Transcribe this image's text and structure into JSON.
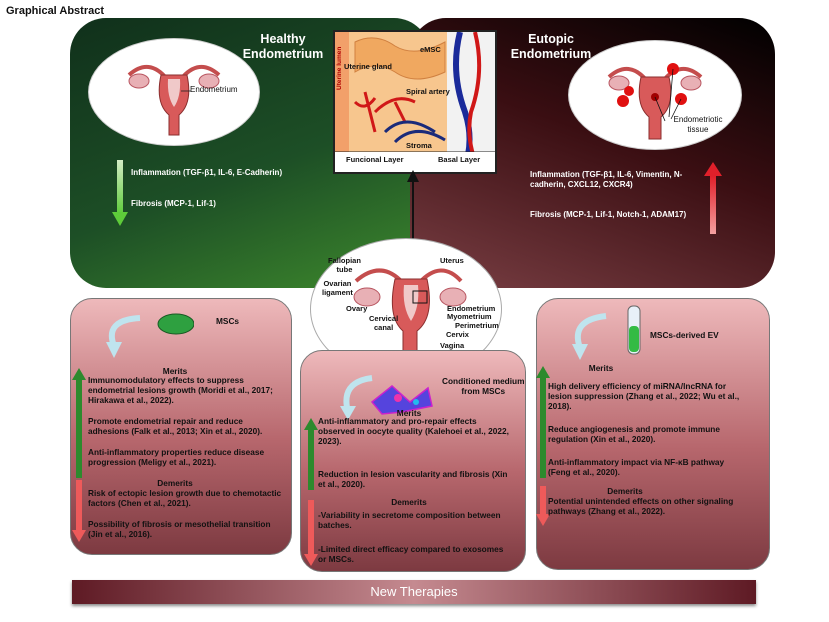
{
  "graphical_abstract": "Graphical Abstract",
  "healthy": {
    "title_line1": "Healthy",
    "title_line2": "Endometrium",
    "organ_label": "Endometrium",
    "inflammation": "Inflammation (TGF-β1, IL-6, E-Cadherin)",
    "fibrosis": "Fibrosis (MCP-1,  Lif-1)"
  },
  "eutopic": {
    "title_line1": "Eutopic",
    "title_line2": "Endometrium",
    "organ_label_line1": "Endometriotic",
    "organ_label_line2": "tissue",
    "inflammation_line1": "Inflammation (TGF-β1, IL-6, Vimentin, N-",
    "inflammation_line2": "cadherin, CXCL12, CXCR4)",
    "fibrosis": "Fibrosis (MCP-1, Lif-1, Notch-1,  ADAM17)"
  },
  "tissue": {
    "emsc": "eMSC",
    "uterine_gland": "Uterine gland",
    "uterine_lumen": "Uterine lumen",
    "spiral_artery": "Spiral artery",
    "stroma": "Stroma",
    "functional_layer": "Funcional Layer",
    "basal_layer": "Basal Layer"
  },
  "anatomy": {
    "fallopian_1": "Fallopian",
    "fallopian_2": "tube",
    "uterus": "Uterus",
    "ovarian_1": "Ovarian",
    "ovarian_2": "ligament",
    "ovary": "Ovary",
    "endometrium": "Endometrium",
    "myometrium": "Myometrium",
    "perimetrium": "Perimetrium",
    "cervical_1": "Cervical",
    "cervical_2": "canal",
    "cervix": "Cervix",
    "vagina": "Vagina"
  },
  "left_box": {
    "title": "MSCs",
    "merits_title": "Merits",
    "m1a": "Immunomodulatory effects to suppress",
    "m1b": "endometrial lesions growth (Moridi et al., 2017;",
    "m1c": "Hirakawa et al., 2022).",
    "m2a": "Promote endometrial repair and reduce",
    "m2b": "adhesions (Falk et al., 2013; Xin et al., 2020).",
    "m3a": "Anti-inflammatory properties reduce disease",
    "m3b": "progression (Meligy et al., 2021).",
    "demerits_title": "Demerits",
    "d1a": "Risk of ectopic lesion growth due to chemotactic",
    "d1b": "factors (Chen et al., 2021).",
    "d2a": "Possibility of fibrosis  or mesothelial transition",
    "d2b": "(Jin et al., 2016)."
  },
  "mid_box": {
    "title_1": "Conditioned  medium",
    "title_2": "from MSCs",
    "merits_title": "Merits",
    "m1a": "Anti-inflammatory and pro-repair effects",
    "m1b": "observed in oocyte quality (Kalehoei et al., 2022,",
    "m1c": "2023).",
    "m2a": "Reduction in lesion vascularity and fibrosis  (Xin",
    "m2b": "et al., 2020).",
    "demerits_title": "Demerits",
    "d1a": "-Variability in secretome composition  between",
    "d1b": "batches.",
    "d2a": "-Limited direct efficacy compared to exosomes",
    "d2b": "or MSCs."
  },
  "right_box": {
    "title": "MSCs-derived EV",
    "merits_title": "Merits",
    "m1a": "High delivery efficiency of miRNA/lncRNA  for",
    "m1b": "lesion suppression  (Zhang et al., 2022; Wu et al.,",
    "m1c": "2018).",
    "m2a": "Reduce angiogenesis and promote immune",
    "m2b": "regulation (Xin et al., 2020).",
    "m3a": "Anti-inflammatory impact via NF-κB  pathway",
    "m3b": "(Feng et al., 2020).",
    "demerits_title": "Demerits",
    "d1a": "Potential unintended effects on other signaling",
    "d1b": "pathways (Zhang et al., 2022)."
  },
  "bottom_bar": "New Therapies",
  "colors": {
    "healthy_green": "#1d4f26",
    "eutopic_dark": "#3a0e12",
    "arrow_green": "#3c9a3c",
    "arrow_red": "#e0202a",
    "bar": "#5e1a24"
  }
}
